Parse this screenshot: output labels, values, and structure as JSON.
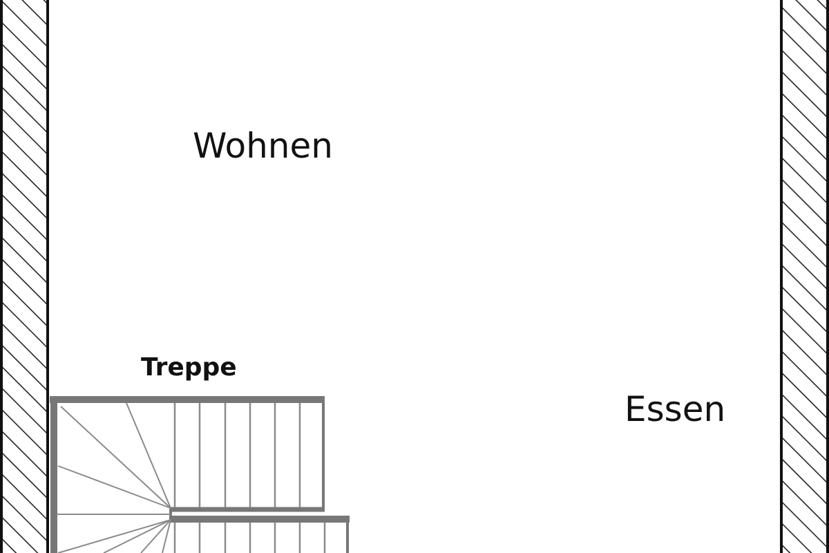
{
  "labels": {
    "living": "Wohnen",
    "stairs": "Treppe",
    "dining": "Essen"
  },
  "colors": {
    "background": "#ffffff",
    "wall_outline": "#111111",
    "wall_hatch": "#222222",
    "stair_frame": "#777777",
    "stair_line": "#8a8a8a",
    "text": "#111111"
  }
}
